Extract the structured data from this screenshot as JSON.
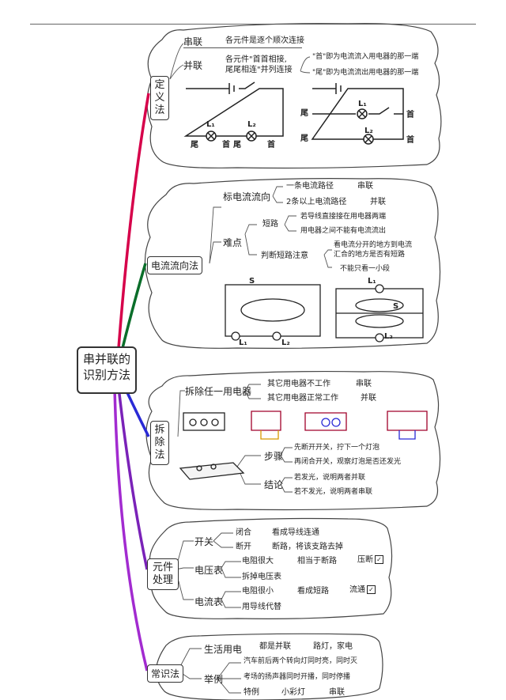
{
  "root": {
    "line1": "串并联的",
    "line2": "识别方法"
  },
  "def": {
    "title": "定义法",
    "series_label": "串联",
    "series_desc": "各元件是逐个顺次连接",
    "parallel_label": "并联",
    "parallel_desc1": "各元件\"首首相接,",
    "parallel_desc2": "尾尾相连\"并列连接",
    "head_desc": "\"首\"即为电流流入用电器的那一端",
    "tail_desc": "\"尾\"即为电流流出用电器的那一端",
    "c1": {
      "tail1": "尾",
      "head1": "首",
      "tail2": "尾",
      "head2": "首",
      "l1": "L₁",
      "l2": "L₂"
    },
    "c2": {
      "tail_top": "尾",
      "tail_bot": "尾",
      "head_top": "首",
      "head_bot": "首",
      "l1": "L₁",
      "l2": "L₂"
    }
  },
  "flow": {
    "title": "电流流向法",
    "mark": "标电流流向",
    "one_path": "一条电流路径",
    "one_result": "串联",
    "two_path": "2条以上电流路径",
    "two_result": "并联",
    "difficulty": "难点",
    "short": "短路",
    "short1": "若导线直接接在用电器两端",
    "short2": "用电器之间不能有电流流出",
    "judge": "判断短路注意",
    "judge1a": "看电流分开的地方到电流",
    "judge1b": "汇合的地方是否有短路",
    "judge2": "不能只看一小段",
    "s": "S",
    "s2": "S",
    "l1": "L₁",
    "l2": "L₂",
    "l1b": "L₁",
    "l2b": "L₂"
  },
  "remove": {
    "title": "拆除法",
    "remove_one": "拆除任一用电器",
    "others_off": "其它用电器不工作",
    "off_result": "串联",
    "others_on": "其它用电器正常工作",
    "on_result": "并联",
    "steps": "步骤",
    "step1": "先断开开关，拧下一个灯泡",
    "step2": "再闭合开关，观察灯泡是否还发光",
    "conclusion": "结论",
    "concl1": "若发光，说明两者并联",
    "concl2": "若不发光，说明两者串联"
  },
  "component": {
    "title": "元件处理",
    "switch": "开关",
    "closed": "闭合",
    "closed_desc": "看成导线连通",
    "open": "断开",
    "open_desc": "断路，将该支路去掉",
    "voltmeter": "电压表",
    "v_resist": "电阻很大",
    "v_equiv": "相当于断路",
    "v_check": "压断",
    "v_remove": "拆掉电压表",
    "ammeter": "电流表",
    "a_resist": "电阻很小",
    "a_equiv": "看成短路",
    "a_check": "流通",
    "a_replace": "用导线代替"
  },
  "common": {
    "title": "常识法",
    "daily": "生活用电",
    "daily_desc": "都是并联",
    "daily_ex": "路灯，家电",
    "example": "举例",
    "ex1": "汽车前后两个转向灯同时亮，同时灭",
    "ex2": "考场的扬声器同时开播，同时停播",
    "special": "特例",
    "lights": "小彩灯",
    "lights_result": "串联"
  }
}
